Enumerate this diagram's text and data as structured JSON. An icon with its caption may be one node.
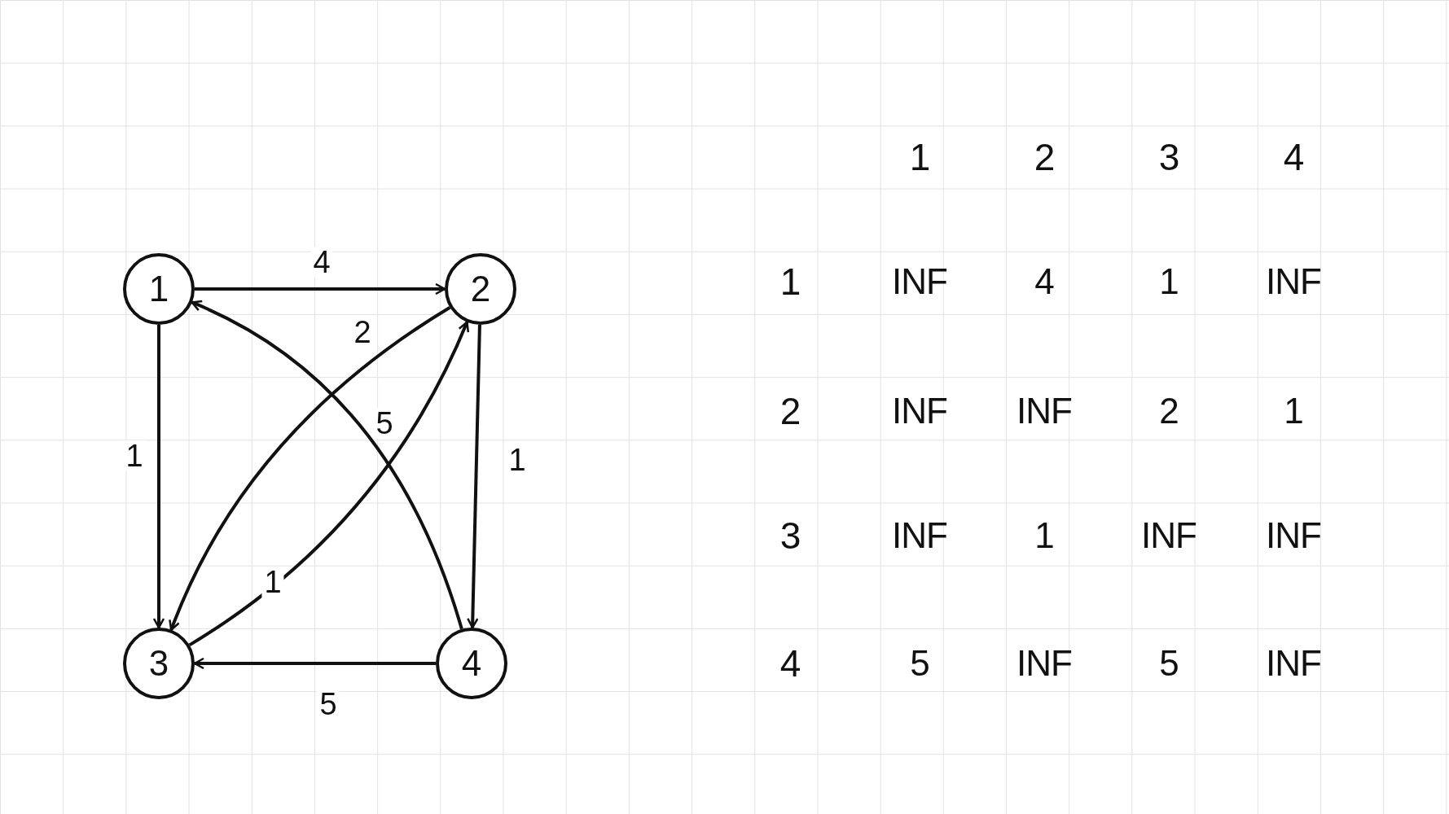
{
  "diagram": {
    "nodes": [
      {
        "text": [
          "1"
        ]
      },
      {
        "text": [
          "2"
        ]
      },
      {
        "text": [
          "3"
        ]
      },
      {
        "text": [
          "4"
        ]
      }
    ],
    "edges": [
      {
        "from": 0,
        "to": 1,
        "arrow": "to",
        "label": "4"
      },
      {
        "from": 0,
        "to": 2,
        "arrow": "to",
        "label": "1"
      },
      {
        "from": 1,
        "to": 2,
        "arrow": "to",
        "label": "2"
      },
      {
        "from": 1,
        "to": 3,
        "arrow": "to",
        "label": "1"
      },
      {
        "from": 2,
        "to": 1,
        "arrow": "to",
        "label": "1"
      },
      {
        "from": 3,
        "to": 0,
        "arrow": "to",
        "label": "5"
      },
      {
        "from": 3,
        "to": 2,
        "arrow": "to",
        "label": "5"
      }
    ],
    "labels": [
      "1",
      "2",
      "3",
      "4",
      "1",
      "INF",
      "4",
      "1",
      "INF",
      "2",
      "INF",
      "INF",
      "2",
      "1",
      "3",
      "INF",
      "1",
      "INF",
      "INF",
      "4",
      "5",
      "INF",
      "5",
      "INF"
    ]
  }
}
